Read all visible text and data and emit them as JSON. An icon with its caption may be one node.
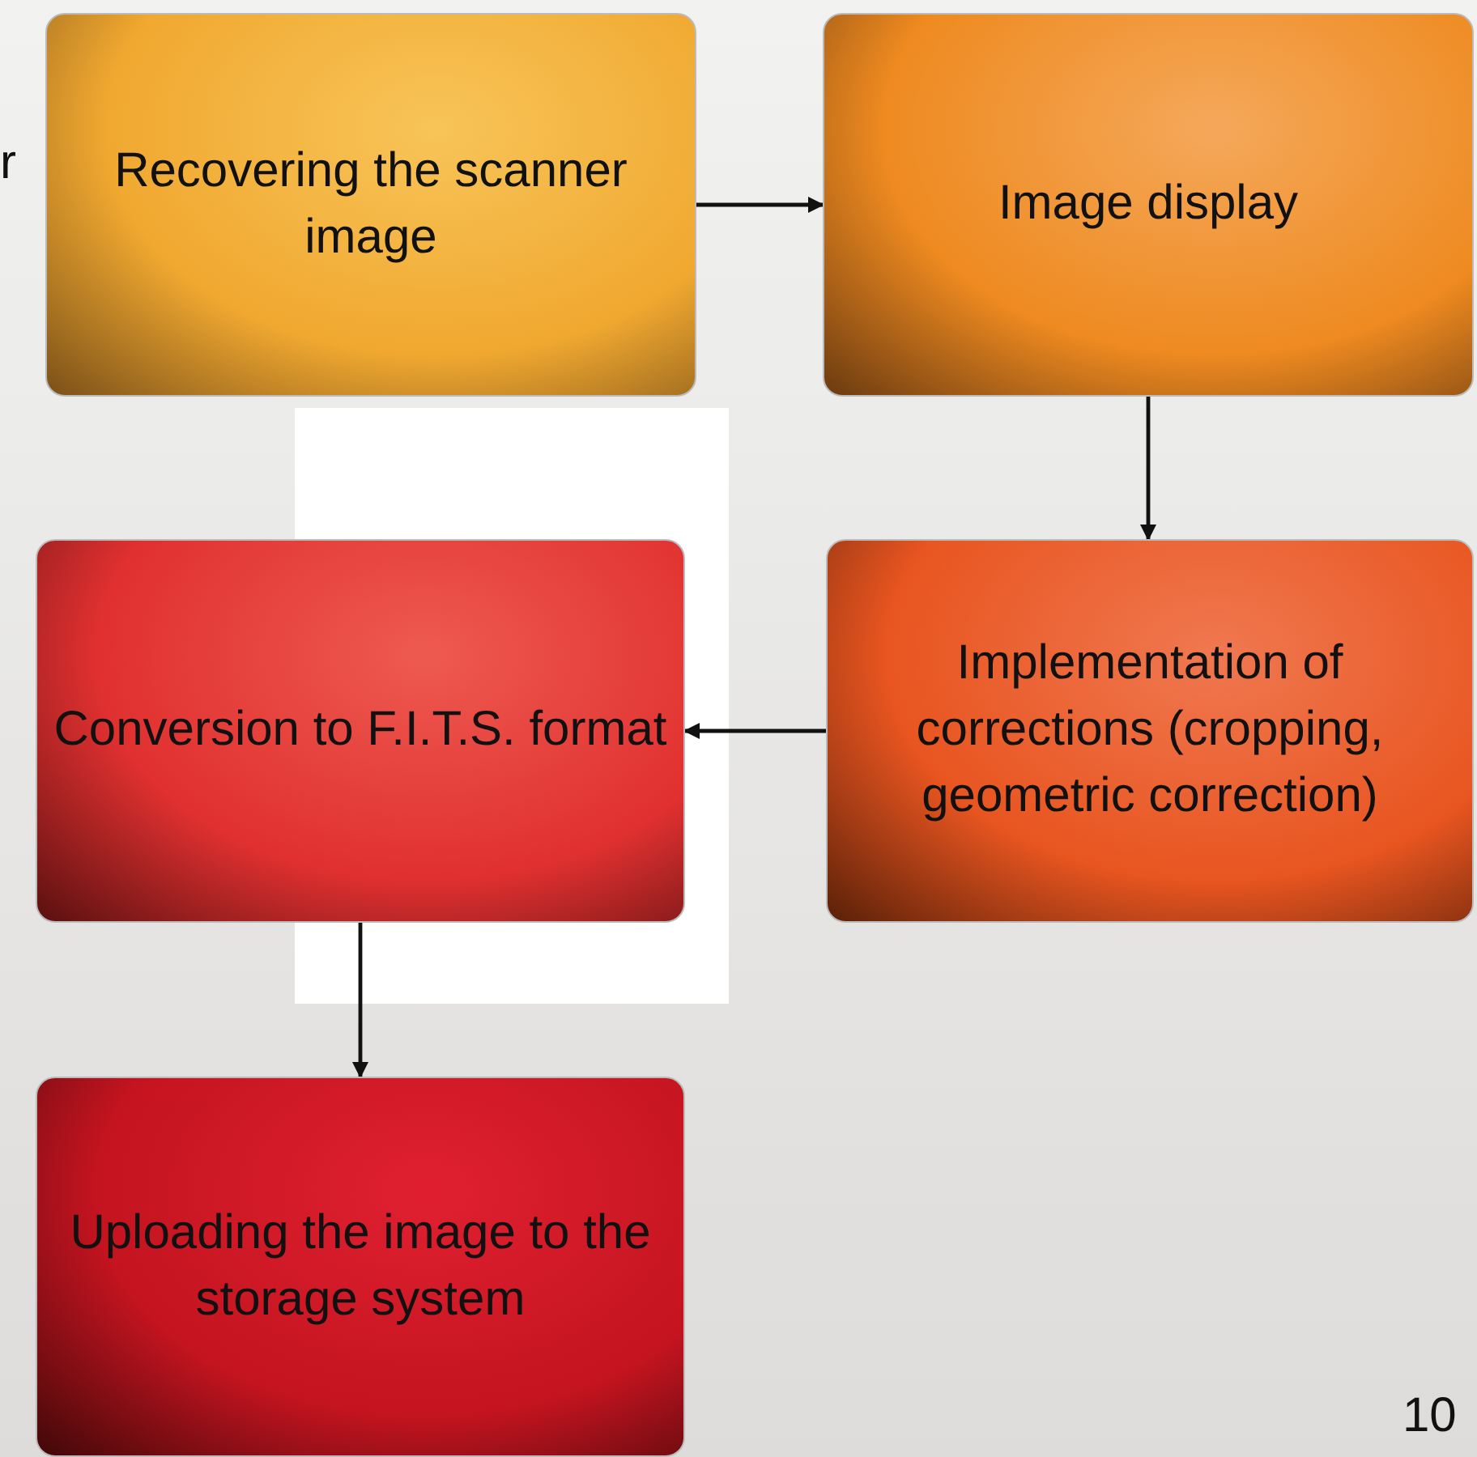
{
  "diagram": {
    "nodes": [
      {
        "text": [
          "Recovering the scanner image"
        ]
      },
      {
        "text": [
          "Image display"
        ]
      },
      {
        "text": [
          "Implementation of corrections (cropping, geometric correction)"
        ]
      },
      {
        "text": [
          "Conversion to F.I.T.S. format"
        ]
      },
      {
        "text": [
          "Uploading the image to the storage system"
        ]
      }
    ],
    "edges": [
      {
        "from": 0,
        "to": 1,
        "arrow": "to"
      },
      {
        "from": 1,
        "to": 2,
        "arrow": "to"
      },
      {
        "from": 2,
        "to": 3,
        "arrow": "to"
      },
      {
        "from": 3,
        "to": 4,
        "arrow": "to"
      }
    ],
    "labels": [
      "r",
      "10"
    ]
  }
}
